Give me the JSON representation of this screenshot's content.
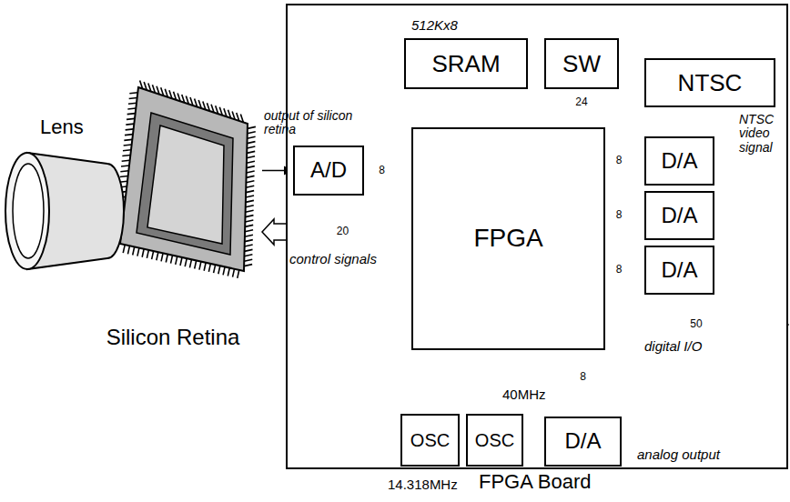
{
  "diagram": {
    "nodes": [
      {
        "text": [
          "Lens"
        ]
      },
      {
        "text": [
          "Silicon Retina"
        ]
      },
      {
        "text": [
          "FPGA Board"
        ]
      },
      {
        "text": [
          "512Kx8",
          "SRAM"
        ],
        "in": 2
      },
      {
        "text": [
          "SW"
        ],
        "in": 2
      },
      {
        "text": [
          "NTSC"
        ],
        "in": 2
      },
      {
        "text": [
          "A/D"
        ],
        "in": 2
      },
      {
        "text": [
          "FPGA"
        ],
        "in": 2
      },
      {
        "text": [
          "D/A"
        ],
        "in": 2
      },
      {
        "text": [
          "D/A"
        ],
        "in": 2
      },
      {
        "text": [
          "D/A"
        ],
        "in": 2
      },
      {
        "text": [
          "OSC",
          "14.318MHz"
        ],
        "in": 2
      },
      {
        "text": [
          "OSC",
          "40MHz"
        ],
        "in": 2
      },
      {
        "text": [
          "D/A"
        ],
        "in": 2
      }
    ],
    "edges": [
      {
        "from": 1,
        "to": 6,
        "arrow": "to",
        "label": "output of silicon retina"
      },
      {
        "from": 6,
        "to": 7,
        "arrow": "to",
        "label": "8"
      },
      {
        "from": 7,
        "to": 1,
        "arrow": "to",
        "label": "20"
      },
      {
        "from": 3,
        "to": 7,
        "arrow": "both"
      },
      {
        "from": 4,
        "to": 7,
        "arrow": "to",
        "label": "24"
      },
      {
        "from": 7,
        "to": 8,
        "arrow": "to",
        "label": "8"
      },
      {
        "from": 7,
        "to": 9,
        "arrow": "to",
        "label": "8"
      },
      {
        "from": 7,
        "to": 10,
        "arrow": "to",
        "label": "8"
      },
      {
        "from": 8,
        "to": 5,
        "arrow": "to"
      },
      {
        "from": 9,
        "to": 5,
        "arrow": "to"
      },
      {
        "from": 10,
        "to": 5,
        "arrow": "to"
      },
      {
        "from": 7,
        "to": 13,
        "arrow": "to",
        "label": "8"
      },
      {
        "from": 11,
        "to": 7,
        "arrow": "to"
      },
      {
        "from": 12,
        "to": 7,
        "arrow": "to"
      }
    ],
    "labels": [
      "control signals",
      "NTSC video signal",
      "50",
      "digital I/O",
      "analog output"
    ]
  }
}
